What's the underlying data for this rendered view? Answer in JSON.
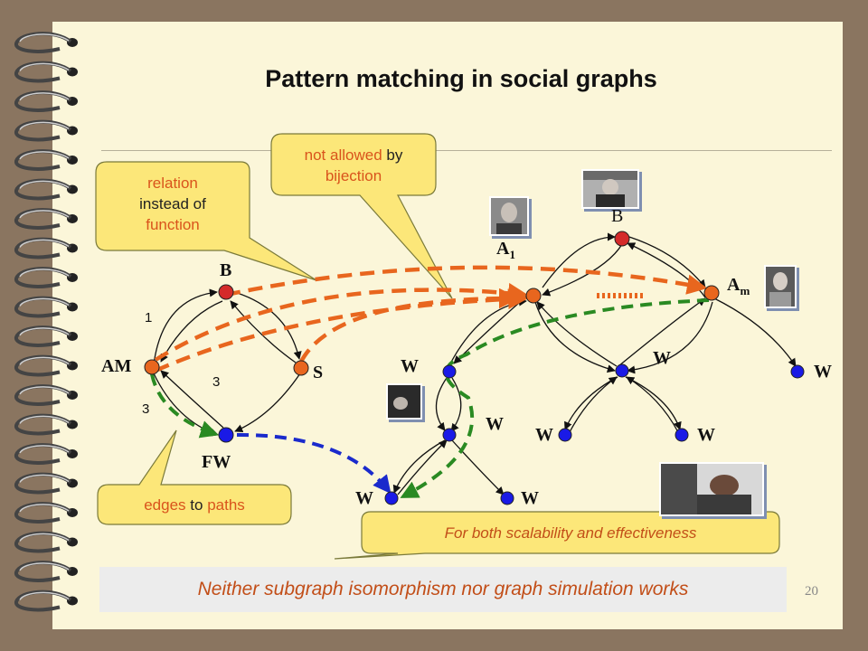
{
  "title": "Pattern matching in social graphs",
  "page_number": "20",
  "callouts": {
    "relation": {
      "line1": "relation",
      "line2": "instead of",
      "line3": "function"
    },
    "bijection": {
      "part1": "not allowed",
      "part2": "by",
      "part3": "bijection"
    },
    "edges": {
      "part1": "edges",
      "part2": "to",
      "part3": "paths"
    },
    "scalability": "For both scalability and effectiveness"
  },
  "bottom_note": "Neither subgraph isomorphism nor graph simulation works",
  "pattern": {
    "nodes": {
      "b": "B",
      "am": "AM",
      "s": "S",
      "fw": "FW"
    },
    "edge_labels": {
      "am_b": "1",
      "s_am": "3",
      "am_fw": "3"
    }
  },
  "data_graph": {
    "nodes": {
      "b": "B",
      "a1": "A",
      "a1_sub": "1",
      "am": "A",
      "am_sub": "m",
      "w_left": "W",
      "w_center": "W",
      "w_right": "W",
      "w_mid": "W",
      "w_leaf1": "W",
      "w_leaf2": "W",
      "w_leaf3": "W",
      "w_leaf4": "W"
    }
  },
  "colors": {
    "orange_node": "#e8661e",
    "red_node": "#d42a2a",
    "blue_node": "#1a1ae6",
    "orange_dash": "#e8661e",
    "green_dash": "#2a8a22",
    "blue_dash": "#1a2acc",
    "callout_fill": "#fce779",
    "highlight_text": "#d9541c"
  },
  "icons": [
    "spiral-binding",
    "person-photo"
  ]
}
